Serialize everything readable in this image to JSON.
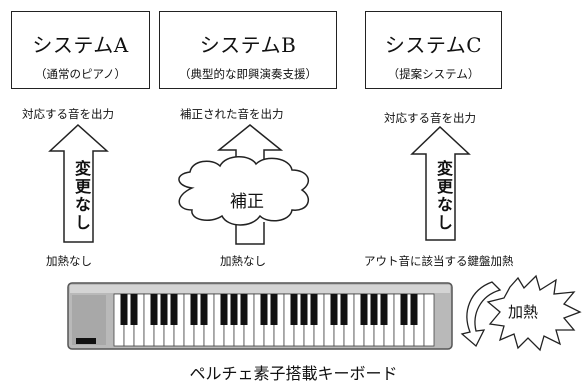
{
  "systems": [
    {
      "name": "システムA",
      "subtitle": "（通常のピアノ）",
      "output": "対応する音を出力",
      "arrow_label": "変更なし",
      "heat_status": "加熱なし"
    },
    {
      "name": "システムB",
      "subtitle": "（典型的な即興演奏支援）",
      "output": "補正された音を出力",
      "process_label": "補正",
      "heat_status": "加熱なし"
    },
    {
      "name": "システムC",
      "subtitle": "（提案システム）",
      "output": "対応する音を出力",
      "arrow_label": "変更なし",
      "heat_status": "アウト音に該当する鍵盤加熱"
    }
  ],
  "heat_label": "加熱",
  "keyboard_caption": "ペルチェ素子搭載キーボード",
  "colors": {
    "outline": "#222222",
    "keyboard_body": "#b9b9b9",
    "black_key": "#111111",
    "white_key": "#ffffff"
  }
}
